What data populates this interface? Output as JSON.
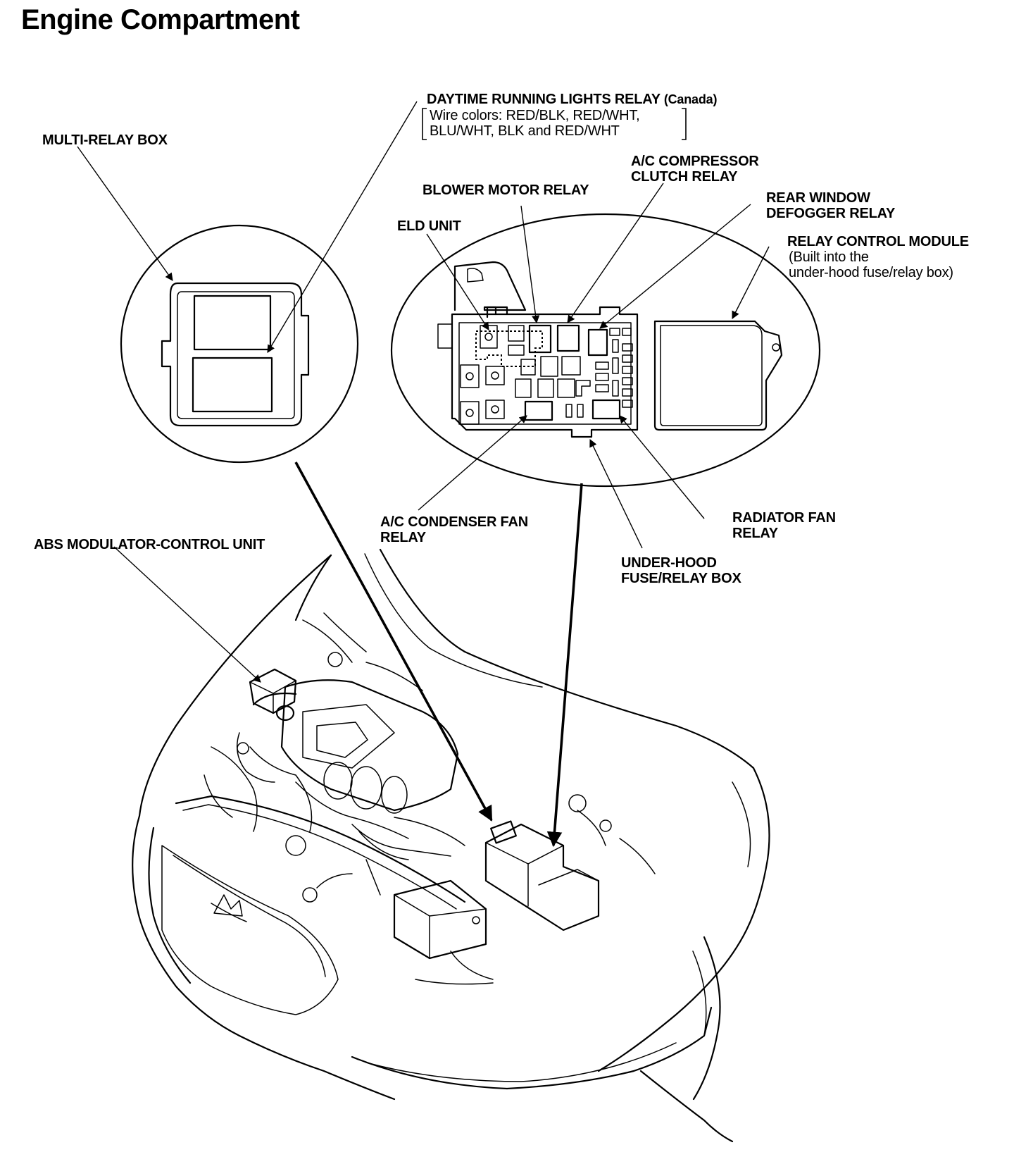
{
  "title": "Engine Compartment",
  "labels": {
    "drl_relay": "DAYTIME RUNNING LIGHTS RELAY",
    "drl_region": "(Canada)",
    "drl_wire_line1": "Wire colors: RED/BLK, RED/WHT,",
    "drl_wire_line2": "BLU/WHT, BLK and RED/WHT",
    "multi_relay_box": "MULTI-RELAY BOX",
    "ac_compressor_line1": "A/C COMPRESSOR",
    "ac_compressor_line2": "CLUTCH RELAY",
    "blower_motor_relay": "BLOWER MOTOR RELAY",
    "rear_window_line1": "REAR WINDOW",
    "rear_window_line2": "DEFOGGER RELAY",
    "eld_unit": "ELD UNIT",
    "relay_control_module": "RELAY CONTROL MODULE",
    "rcm_note_line1": "(Built into the",
    "rcm_note_line2": "under-hood fuse/relay box)",
    "ac_condenser_line1": "A/C CONDENSER FAN",
    "ac_condenser_line2": "RELAY",
    "radiator_fan_line1": "RADIATOR FAN",
    "radiator_fan_line2": "RELAY",
    "abs_modulator": "ABS MODULATOR-CONTROL UNIT",
    "under_hood_line1": "UNDER-HOOD",
    "under_hood_line2": "FUSE/RELAY BOX"
  },
  "icons": [
    "multi-relay-box-icon",
    "under-hood-fuse-box-icon",
    "engine-compartment-illustration"
  ]
}
